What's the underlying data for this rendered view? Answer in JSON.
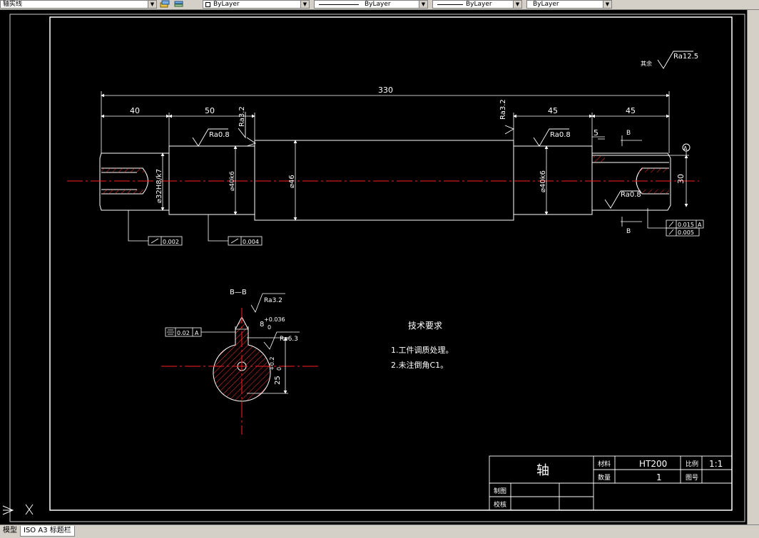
{
  "toolbar": {
    "layer_name": "轴实线",
    "color_value": "ByLayer",
    "linetype_value": "ByLayer",
    "lineweight_value": "ByLayer",
    "plotstyle_value": "ByLayer"
  },
  "tabs": {
    "model": "模型",
    "layout": "ISO A3 标题栏"
  },
  "drawing": {
    "dim_overall": "330",
    "dim_40": "40",
    "dim_50": "50",
    "dim_45_a": "45",
    "dim_45_b": "45",
    "dim_5": "5",
    "dim_30": "30",
    "dia_left": "⌀32H8/k7",
    "dia_bearing_left": "⌀40k6",
    "dia_mid": "⌀46",
    "dia_bearing_right": "⌀40k6",
    "ra_08_a": "Ra0.8",
    "ra_32_a": "Ra3.2",
    "ra_32_b": "Ra3.2",
    "ra_08_b": "Ra0.8",
    "ra_08_c": "Ra0.8",
    "ra_125": "Ra12.5",
    "ra_rest_label": "其余",
    "section_mark_b_top": "B",
    "section_mark_b_bottom": "B",
    "datum_a": "A",
    "tol_runout_1": "0.002",
    "tol_runout_2": "0.004",
    "tol_runout_3": "0.015",
    "tol_runout_3_datum": "A",
    "tol_cyl_3": "0.005",
    "section_title": "B—B",
    "section_ra_32": "Ra3.2",
    "section_ra_63": "Ra6.3",
    "keyway_width": "8",
    "keyway_tol_upper": "+0.036",
    "keyway_tol_lower": "0",
    "keyway_depth": "25",
    "keyway_depth_tol_upper": "+0.2",
    "keyway_depth_tol_lower": "0",
    "sym_tol": "0.02",
    "sym_datum": "A",
    "tech_title": "技术要求",
    "tech_item_1": "1.工件调质处理。",
    "tech_item_2": "2.未注倒角C1。"
  },
  "title_block": {
    "part_name": "轴",
    "material_label": "材料",
    "material_value": "HT200",
    "scale_label": "比例",
    "scale_value": "1:1",
    "qty_label": "数量",
    "qty_value": "1",
    "drawing_no_label": "图号",
    "drawn_label": "制图",
    "checked_label": "校核"
  },
  "colors": {
    "background": "#000000",
    "lines": "#ffffff",
    "centerline": "#ff0000",
    "hatch": "#ff3030",
    "toolbar": "#d4d0c8"
  }
}
